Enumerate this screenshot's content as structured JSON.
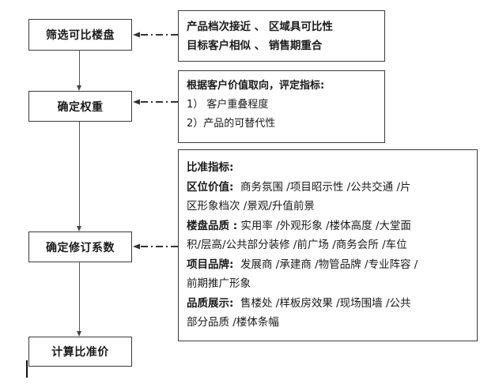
{
  "flow_steps": [
    {
      "id": "screen",
      "label": "筛选可比楼盘"
    },
    {
      "id": "weight",
      "label": "确定权重"
    },
    {
      "id": "revise",
      "label": "确定修订系数"
    },
    {
      "id": "calculate",
      "label": "计算比准价"
    }
  ],
  "notes": {
    "screen": {
      "lines": [
        "产品档次接近 、 区域具可比性",
        "目标客户相似 、 销售期重合"
      ]
    },
    "weight": {
      "heading": "根据客户价值取向，评定指标:",
      "items": [
        "1） 客户重叠程度",
        "2）产品的可替代性"
      ]
    },
    "revise": {
      "heading": "比准指标:",
      "groups": [
        {
          "label": "区位价值:",
          "line1": "商务氛围 /项目昭示性 /公共交通 /片",
          "line2": "区形象档次 /景观/升值前景"
        },
        {
          "label": "楼盘品质 :",
          "line1": "实用率 /外观形象 /楼体高度 /大堂面",
          "line2": "积/层高/公共部分装修 /前广场 /商务会所 /车位"
        },
        {
          "label": "项目品牌:",
          "line1": "发展商 /承建商 /物管品牌 /专业阵容 /",
          "line2": "前期推广形象"
        },
        {
          "label": "品质展示:",
          "line1": "售楼处 /样板房效果 /现场围墙 /公共",
          "line2": "部分品质 /楼体条幅"
        }
      ]
    }
  },
  "colors": {
    "line": "#3a3a3a",
    "text": "#1a1a1a",
    "background": "#ffffff"
  }
}
